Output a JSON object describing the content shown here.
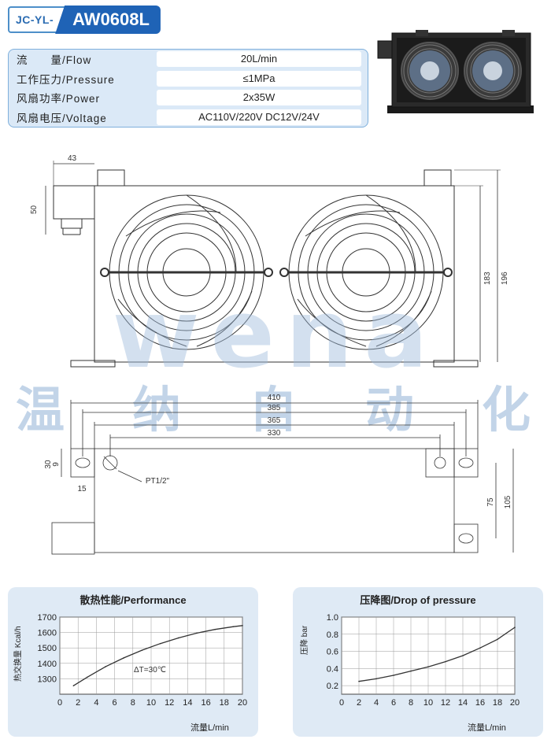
{
  "header": {
    "prefix": "JC-YL-",
    "model": "AW0608L"
  },
  "specs": [
    {
      "label": "流　　量/Flow",
      "value": "20L/min"
    },
    {
      "label": "工作压力/Pressure",
      "value": "≤1MPa"
    },
    {
      "label": "风扇功率/Power",
      "value": "2x35W"
    },
    {
      "label": "风扇电压/Voltage",
      "value": "AC110V/220V  DC12V/24V"
    }
  ],
  "dimensions": {
    "d43": "43",
    "d50": "50",
    "d183": "183",
    "d196": "196",
    "d410": "410",
    "d385": "385",
    "d365": "365",
    "d330": "330",
    "d30": "30",
    "d9": "9",
    "d15": "15",
    "port": "PT1/2\"",
    "d75": "75",
    "d105": "105"
  },
  "watermark": {
    "latin": "wena",
    "chinese": [
      "温",
      "纳",
      "自",
      "动",
      "化"
    ]
  },
  "colors": {
    "brand": "#1f63b6",
    "accent": "#4d8fc9",
    "panel": "#dfeaf5",
    "watermark": "#9dbadb"
  },
  "chart_data": [
    {
      "type": "line",
      "title": "散热性能/Performance",
      "xlabel": "流量L/min",
      "ylabel": "热交换量 Kcal/h",
      "xlim": [
        0,
        20
      ],
      "ylim": [
        1200,
        1700
      ],
      "xticks": [
        "0",
        "2",
        "4",
        "6",
        "8",
        "10",
        "12",
        "14",
        "16",
        "18",
        "20"
      ],
      "yticks": [
        "1300",
        "1400",
        "1500",
        "1600",
        "1700"
      ],
      "x": [
        1.5,
        3,
        5,
        7,
        9,
        11,
        13,
        15,
        17,
        19,
        20
      ],
      "y": [
        1255,
        1310,
        1378,
        1435,
        1485,
        1528,
        1565,
        1596,
        1620,
        1638,
        1645
      ],
      "annotation": "ΔT=30℃",
      "grid": true
    },
    {
      "type": "line",
      "title": "压降图/Drop of pressure",
      "xlabel": "流量L/min",
      "ylabel": "压降 bar",
      "xlim": [
        0,
        20
      ],
      "ylim": [
        0.1,
        1.0
      ],
      "xticks": [
        "0",
        "2",
        "4",
        "6",
        "8",
        "10",
        "12",
        "14",
        "16",
        "18",
        "20"
      ],
      "yticks": [
        "0.2",
        "0.4",
        "0.6",
        "0.8",
        "1.0"
      ],
      "x": [
        2,
        4,
        6,
        8,
        10,
        12,
        14,
        16,
        18,
        20
      ],
      "y": [
        0.25,
        0.28,
        0.32,
        0.37,
        0.42,
        0.48,
        0.55,
        0.64,
        0.74,
        0.88
      ],
      "grid": true
    }
  ]
}
